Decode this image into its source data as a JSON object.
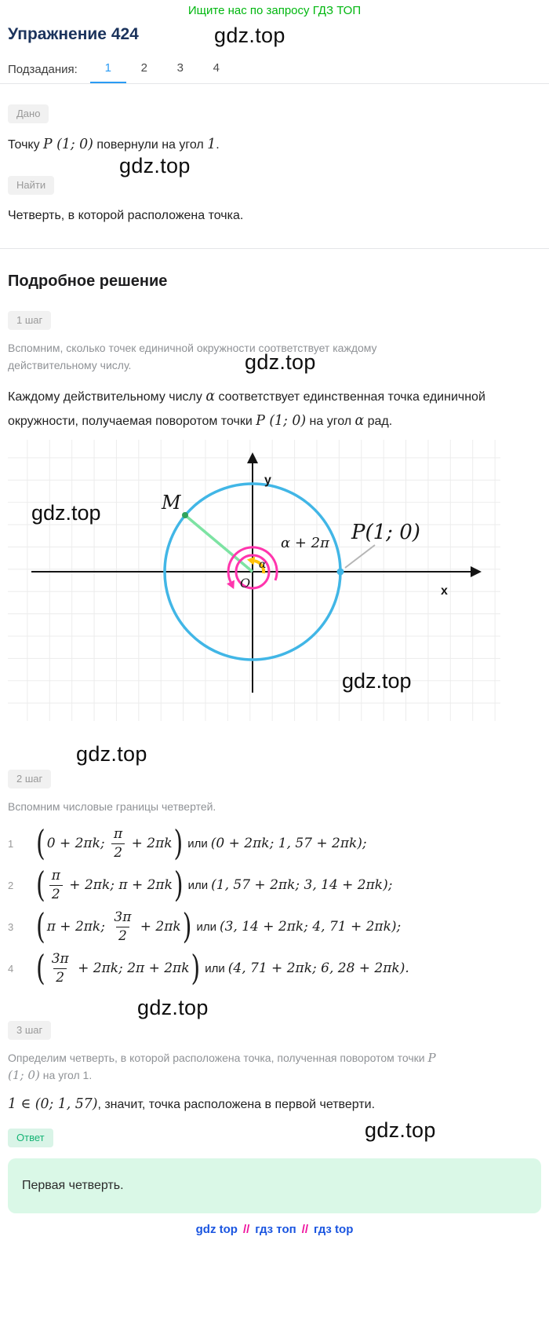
{
  "banner": {
    "text": "Ищите нас по запросу ГДЗ ТОП"
  },
  "header": {
    "title": "Упражнение 424",
    "subtasks_label": "Подзадания:",
    "tabs": [
      {
        "label": "1",
        "active": true
      },
      {
        "label": "2",
        "active": false
      },
      {
        "label": "3",
        "active": false
      },
      {
        "label": "4",
        "active": false
      }
    ]
  },
  "watermarks": {
    "w1": "gdz.top",
    "w2": "gdz.top",
    "w3": "gdz.top",
    "w4": "gdz.top",
    "w5": "gdz.top",
    "w6": "gdz.top",
    "w7": "gdz.top",
    "w8": "gdz.top"
  },
  "given": {
    "badge": "Дано",
    "segments": [
      {
        "t": "p",
        "v": "Точку "
      },
      {
        "t": "m",
        "v": "P (1; 0)"
      },
      {
        "t": "p",
        "v": " повернули на угол "
      },
      {
        "t": "m",
        "v": "1"
      },
      {
        "t": "p",
        "v": "."
      }
    ]
  },
  "find": {
    "badge": "Найти",
    "text": "Четверть, в которой расположена точка."
  },
  "solution_heading": "Подробное решение",
  "step1": {
    "badge": "1 шаг",
    "note": "Вспомним, сколько точек единичной окружности соответствует каждому действительному числу.",
    "segments": [
      {
        "t": "p",
        "v": "Каждому действительному числу "
      },
      {
        "t": "m",
        "v": "α"
      },
      {
        "t": "p",
        "v": " соответствует единственная точка единичной окружности, получаемая поворотом точки "
      },
      {
        "t": "m",
        "v": "P (1; 0)"
      },
      {
        "t": "p",
        "v": " на угол "
      },
      {
        "t": "m",
        "v": "α"
      },
      {
        "t": "p",
        "v": " рад."
      }
    ]
  },
  "diagram": {
    "labels": {
      "m": "M",
      "p": "P(1; 0)",
      "alpha": "α",
      "alpha_2pi": "α + 2π",
      "origin": "O",
      "x_axis": "x",
      "y_axis": "y"
    },
    "colors": {
      "circle": "#41b6e6",
      "spiral": "#ff35ad",
      "arc": "#ffc107",
      "radius": "#7de3a3"
    }
  },
  "step2": {
    "badge": "2 шаг",
    "note": "Вспомним числовые границы четвертей.",
    "rows": [
      {
        "index": "1",
        "tokens": [
          {
            "t": "lp",
            "v": "("
          },
          {
            "t": "m",
            "v": "0 + 2πk; "
          },
          {
            "t": "f",
            "n": "π",
            "d": "2"
          },
          {
            "t": "m",
            "v": " + 2πk"
          },
          {
            "t": "rp",
            "v": ")"
          },
          {
            "t": "p",
            "v": "или"
          },
          {
            "t": "m",
            "v": "(0 + 2πk; 1, 57 + 2πk);"
          }
        ]
      },
      {
        "index": "2",
        "tokens": [
          {
            "t": "lp",
            "v": "("
          },
          {
            "t": "f",
            "n": "π",
            "d": "2"
          },
          {
            "t": "m",
            "v": " + 2πk; π + 2πk"
          },
          {
            "t": "rp",
            "v": ")"
          },
          {
            "t": "p",
            "v": "или"
          },
          {
            "t": "m",
            "v": "(1, 57 + 2πk; 3, 14 + 2πk);"
          }
        ]
      },
      {
        "index": "3",
        "tokens": [
          {
            "t": "lp",
            "v": "("
          },
          {
            "t": "m",
            "v": "π + 2πk; "
          },
          {
            "t": "f",
            "n": "3π",
            "d": "2"
          },
          {
            "t": "m",
            "v": " + 2πk"
          },
          {
            "t": "rp",
            "v": ")"
          },
          {
            "t": "p",
            "v": "или"
          },
          {
            "t": "m",
            "v": "(3, 14 + 2πk; 4, 71 + 2πk);"
          }
        ]
      },
      {
        "index": "4",
        "tokens": [
          {
            "t": "lp",
            "v": "("
          },
          {
            "t": "f",
            "n": "3π",
            "d": "2"
          },
          {
            "t": "m",
            "v": " + 2πk; 2π + 2πk"
          },
          {
            "t": "rp",
            "v": ")"
          },
          {
            "t": "p",
            "v": "или"
          },
          {
            "t": "m",
            "v": "(4, 71 + 2πk; 6, 28 + 2πk)."
          }
        ]
      }
    ]
  },
  "step3": {
    "badge": "3 шаг",
    "note_segments": [
      {
        "t": "p",
        "v": "Определим четверть, в которой расположена точка, полученная поворотом точки "
      },
      {
        "t": "m",
        "v": "P (1; 0)"
      },
      {
        "t": "p",
        "v": " на угол 1."
      }
    ],
    "conclusion_segments": [
      {
        "t": "m",
        "v": "1 ∈ (0; 1, 57)"
      },
      {
        "t": "p",
        "v": ", значит, точка расположена в первой четверти."
      }
    ]
  },
  "answer": {
    "badge": "Ответ",
    "text": "Первая четверть."
  },
  "footer": {
    "links": [
      "gdz top",
      "гдз топ",
      "гдз top"
    ],
    "separator": "//"
  }
}
